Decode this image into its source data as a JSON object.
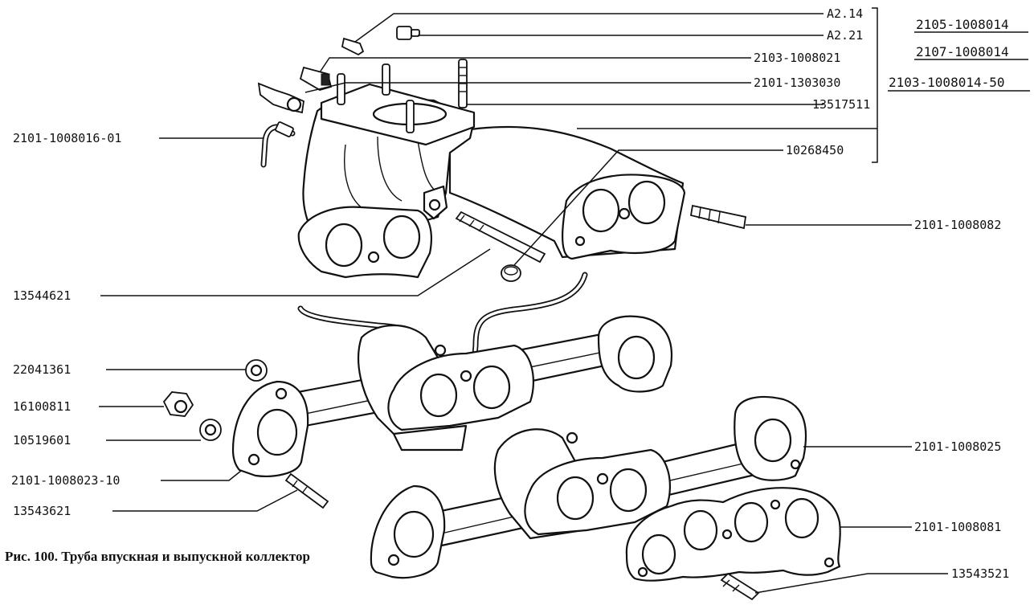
{
  "caption": "Рис. 100. Труба впускная и выпускной коллектор",
  "labels": {
    "a214": "A2.14",
    "a221": "A2.21",
    "p2103_1008021": "2103-1008021",
    "p2101_1303030": "2101-1303030",
    "p13517511": "13517511",
    "p10268450": "10268450",
    "p2101_1008016_01": "2101-1008016-01",
    "p2101_1008082": "2101-1008082",
    "p13544621": "13544621",
    "p22041361": "22041361",
    "p16100811": "16100811",
    "p10519601": "10519601",
    "p2101_1008023_10": "2101-1008023-10",
    "p13543621": "13543621",
    "p2101_1008025": "2101-1008025",
    "p2101_1008081": "2101-1008081",
    "p13543521": "13543521"
  },
  "assembly_refs": [
    "2105-1008014",
    "2107-1008014",
    "2103-1008014-50"
  ]
}
